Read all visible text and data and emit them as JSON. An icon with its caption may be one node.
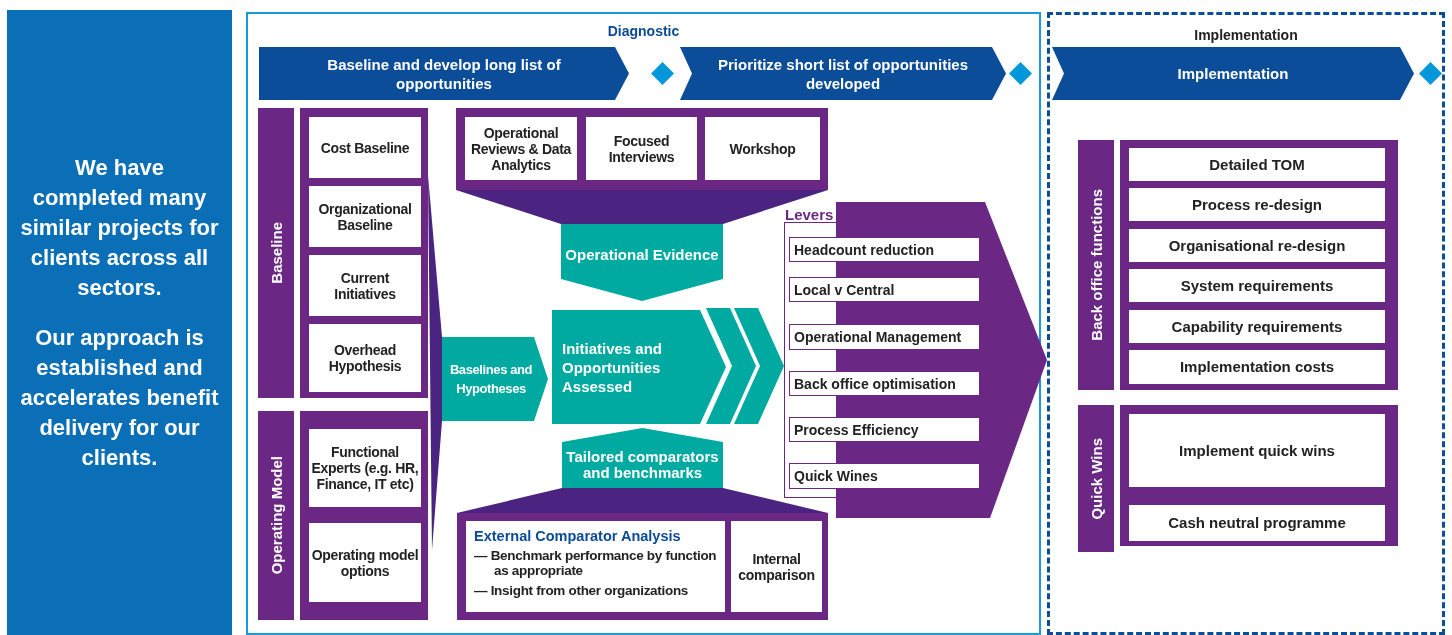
{
  "diagram": {
    "nodes": [
      {
        "text": [
          "We have completed many similar projects for clients across all sectors.",
          "Our approach is established and accelerates benefit delivery for our clients."
        ]
      },
      {
        "text": [
          "Diagnostic"
        ]
      },
      {
        "text": [
          "Baseline and develop long list of opportunities"
        ],
        "in": 1
      },
      {
        "text": [
          "Prioritize short list of opportunities developed"
        ],
        "in": 1
      },
      {
        "text": [
          "Implementation"
        ]
      },
      {
        "text": [
          "Implementation"
        ],
        "in": 4
      },
      {
        "text": [
          "Baseline"
        ],
        "in": 1
      },
      {
        "text": [],
        "shape": "box",
        "in": 1
      },
      {
        "text": [
          "Cost Baseline"
        ],
        "in": 7
      },
      {
        "text": [
          "Organizational Baseline"
        ],
        "in": 7
      },
      {
        "text": [
          "Current Initiatives"
        ],
        "in": 7
      },
      {
        "text": [
          "Overhead Hypothesis"
        ],
        "in": 7
      },
      {
        "text": [
          "Operating Model"
        ],
        "in": 1
      },
      {
        "text": [],
        "shape": "box",
        "in": 1
      },
      {
        "text": [
          "Functional Experts (e.g. HR, Finance, IT etc)"
        ],
        "in": 13
      },
      {
        "text": [
          "Operating model options"
        ],
        "in": 13
      },
      {
        "text": [],
        "shape": "box",
        "in": 1
      },
      {
        "text": [
          "Operational Reviews & Data Analytics"
        ],
        "in": 16
      },
      {
        "text": [
          "Focused Interviews"
        ],
        "in": 16
      },
      {
        "text": [
          "Workshop"
        ],
        "in": 16
      },
      {
        "text": [
          "Operational Evidence"
        ],
        "in": 1
      },
      {
        "text": [
          "Baselines and Hypotheses"
        ],
        "in": 1
      },
      {
        "text": [
          "Initiatives and Opportunities Assessed"
        ],
        "in": 1
      },
      {
        "text": [
          "Tailored comparators and benchmarks"
        ],
        "in": 1
      },
      {
        "text": [],
        "shape": "box",
        "in": 1
      },
      {
        "text": [
          "External Comparator Analysis",
          "— Benchmark performance by function as appropriate",
          "— Insight from other organizations"
        ],
        "in": 24
      },
      {
        "text": [
          "Internal comparison"
        ],
        "in": 24
      },
      {
        "text": [
          "Levers"
        ],
        "in": 1
      },
      {
        "text": [
          "Headcount reduction"
        ],
        "in": 1
      },
      {
        "text": [
          "Local v Central"
        ],
        "in": 1
      },
      {
        "text": [
          "Operational Management"
        ],
        "in": 1
      },
      {
        "text": [
          "Back office optimisation"
        ],
        "in": 1
      },
      {
        "text": [
          "Process Efficiency"
        ],
        "in": 1
      },
      {
        "text": [
          "Quick Wines"
        ],
        "in": 1
      },
      {
        "text": [
          "Back office functions"
        ],
        "in": 4
      },
      {
        "text": [],
        "shape": "box",
        "in": 4
      },
      {
        "text": [
          "Detailed TOM"
        ],
        "in": 35
      },
      {
        "text": [
          "Process re-design"
        ],
        "in": 35
      },
      {
        "text": [
          "Organisational re-design"
        ],
        "in": 35
      },
      {
        "text": [
          "System requirements"
        ],
        "in": 35
      },
      {
        "text": [
          "Capability requirements"
        ],
        "in": 35
      },
      {
        "text": [
          "Implementation costs"
        ],
        "in": 35
      },
      {
        "text": [
          "Quick Wins"
        ],
        "in": 4
      },
      {
        "text": [],
        "shape": "box",
        "in": 4
      },
      {
        "text": [
          "Implement quick wins"
        ],
        "in": 43
      },
      {
        "text": [
          "Cash neutral programme"
        ],
        "in": 43
      }
    ],
    "edges": [
      {
        "from": 16,
        "to": 20,
        "arrow": "none"
      },
      {
        "from": 24,
        "to": 23,
        "arrow": "none"
      },
      {
        "from": 7,
        "to": 21,
        "arrow": "none"
      },
      {
        "from": 13,
        "to": 21,
        "arrow": "none"
      },
      {
        "from": 22,
        "to": 27,
        "arrow": "to"
      },
      {
        "from": 27,
        "to": 4,
        "arrow": "to"
      }
    ]
  }
}
